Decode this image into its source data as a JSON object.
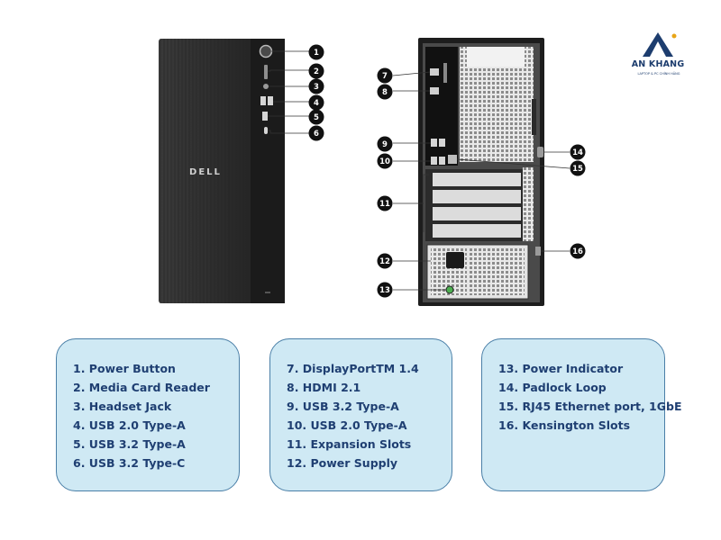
{
  "brand": {
    "name": "AN KHANG",
    "tagline": "LAPTOP & PC CHÍNH HÃNG",
    "accent": "#1d3d6e"
  },
  "pc": {
    "front_logo": "DELL"
  },
  "callouts": [
    "1",
    "2",
    "3",
    "4",
    "5",
    "6",
    "7",
    "8",
    "9",
    "10",
    "11",
    "12",
    "13",
    "14",
    "15",
    "16"
  ],
  "legend": {
    "column_1": [
      "1. Power Button",
      "2. Media Card Reader",
      "3. Headset Jack",
      "4. USB 2.0 Type-A",
      "5. USB 3.2 Type-A",
      "6. USB 3.2 Type-C"
    ],
    "column_2": [
      "7. DisplayPortTM 1.4",
      "8. HDMI 2.1",
      "9. USB 3.2 Type-A",
      "10. USB 2.0 Type-A",
      "11. Expansion Slots",
      "12. Power Supply"
    ],
    "column_3": [
      "13. Power Indicator",
      "14. Padlock Loop",
      "15. RJ45 Ethernet port, 1GbE",
      "16. Kensington Slots"
    ]
  },
  "colors": {
    "card_fill": "#cfe9f4",
    "card_border": "#4a7fa7",
    "text": "#1f3f72",
    "chassis": "#2b2b2b"
  }
}
